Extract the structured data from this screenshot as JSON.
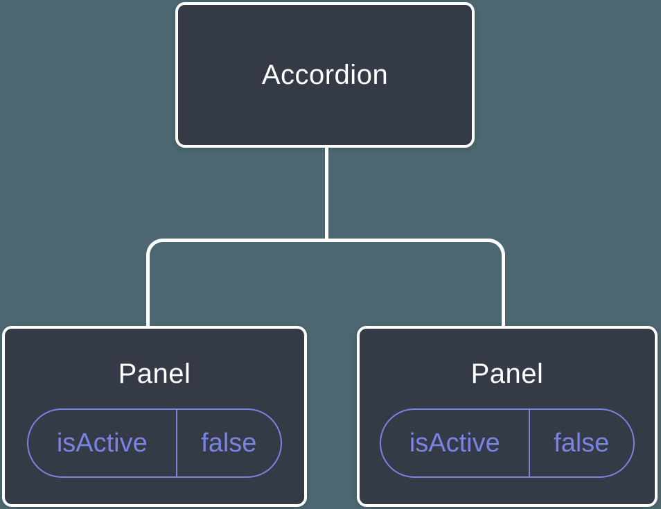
{
  "colors": {
    "background": "#4c6770",
    "node_fill": "#343b46",
    "node_border": "#ffffff",
    "title_text": "#ffffff",
    "state_accent": "#7a82e2"
  },
  "tree": {
    "root": {
      "label": "Accordion"
    },
    "children": [
      {
        "label": "Panel",
        "state": {
          "key": "isActive",
          "value": "false"
        }
      },
      {
        "label": "Panel",
        "state": {
          "key": "isActive",
          "value": "false"
        }
      }
    ]
  }
}
